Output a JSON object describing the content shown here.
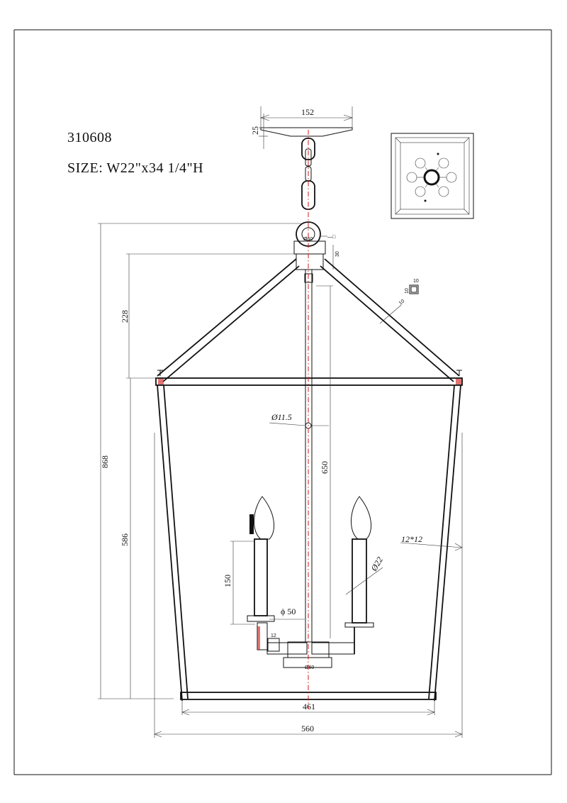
{
  "title": {
    "model": "310608",
    "size": "SIZE: W22\"x34 1/4\"H"
  },
  "dimensions": {
    "canopy_width": "152",
    "canopy_height": "25",
    "overall_height": "868",
    "upper_section_height": "228",
    "lower_section_height": "586",
    "rod_length": "650",
    "rod_diameter": "Ø11.5",
    "candle_height": "150",
    "cup_diameter": "ϕ 50",
    "candle_diameter": "Ø22",
    "frame_profile": "12*12",
    "bottom_width": "461",
    "top_width": "560",
    "hub_diameter": "Ø60",
    "loop_label": "Ø60",
    "arm_profile": "10",
    "detail_a": "10",
    "detail_b": "10",
    "arm_small": "12",
    "body_small": "30",
    "hook_label": "—□"
  }
}
